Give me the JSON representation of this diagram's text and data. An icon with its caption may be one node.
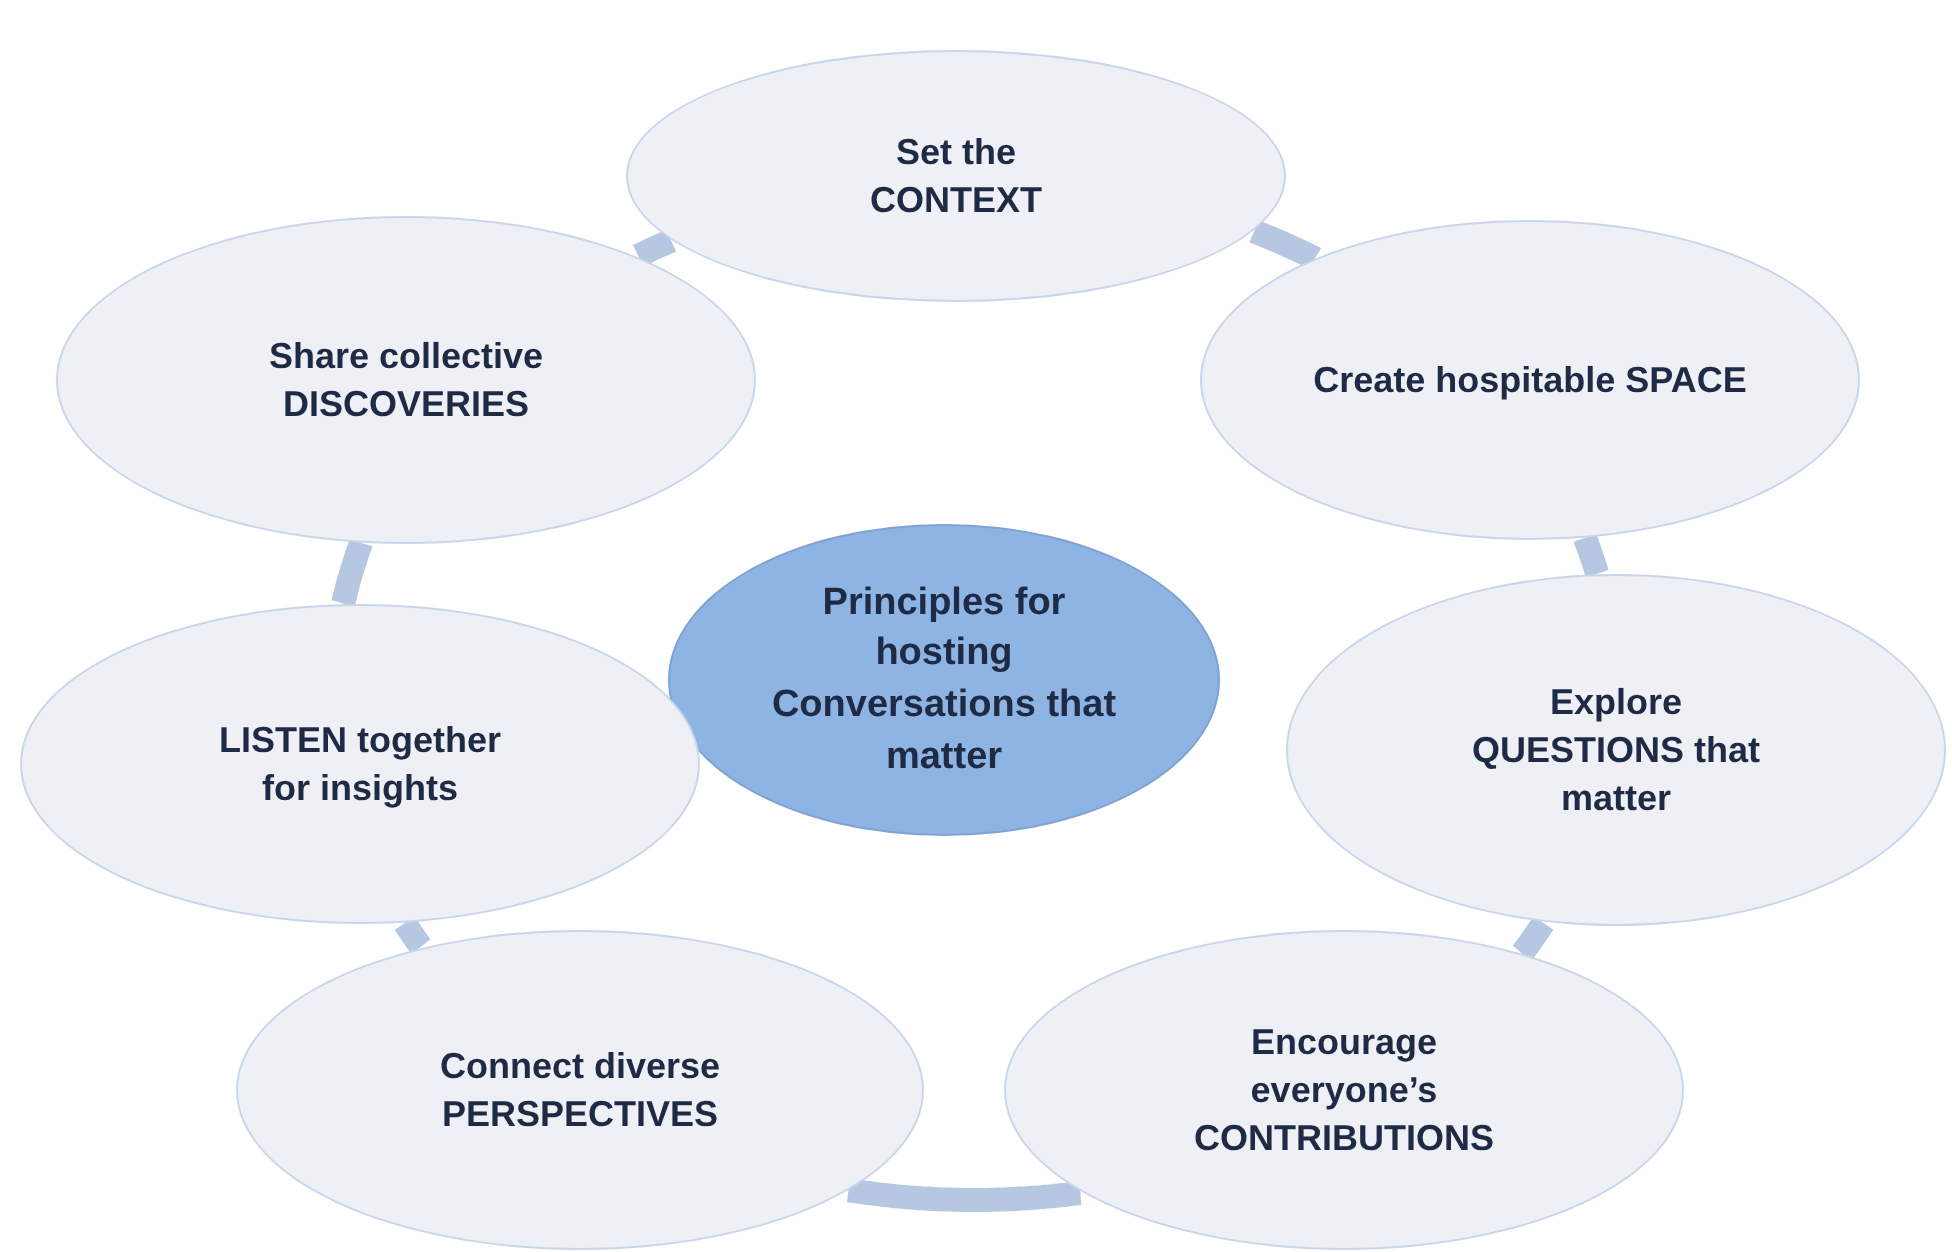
{
  "diagram": {
    "nodes": [
      {
        "text": [
          "Principles for hosting Conversations that matter"
        ]
      },
      {
        "text": [
          "Set the CONTEXT"
        ]
      },
      {
        "text": [
          "Create hospitable SPACE"
        ]
      },
      {
        "text": [
          "Explore QUESTIONS that matter"
        ]
      },
      {
        "text": [
          "Encourage everyone’s CONTRIBUTIONS"
        ]
      },
      {
        "text": [
          "Connect diverse PERSPECTIVES"
        ]
      },
      {
        "text": [
          "LISTEN together for insights"
        ]
      },
      {
        "text": [
          "Share collective DISCOVERIES"
        ]
      }
    ],
    "edges": [
      {
        "from": 1,
        "to": 2,
        "arrow": "none"
      },
      {
        "from": 2,
        "to": 3,
        "arrow": "none"
      },
      {
        "from": 3,
        "to": 4,
        "arrow": "none"
      },
      {
        "from": 4,
        "to": 5,
        "arrow": "none"
      },
      {
        "from": 5,
        "to": 6,
        "arrow": "none"
      },
      {
        "from": 6,
        "to": 7,
        "arrow": "none"
      },
      {
        "from": 7,
        "to": 1,
        "arrow": "none"
      }
    ]
  }
}
